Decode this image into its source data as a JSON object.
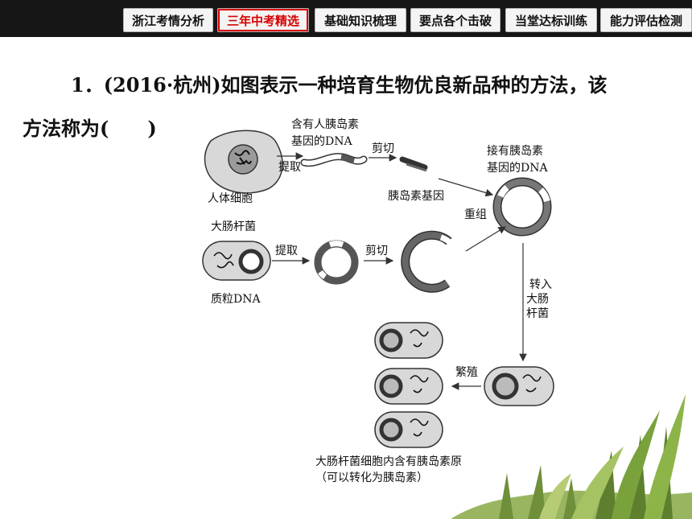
{
  "nav": {
    "tabs": [
      {
        "label": "浙江考情分析",
        "active": false
      },
      {
        "label": "三年中考精选",
        "active": true
      },
      {
        "label": "基础知识梳理",
        "active": false
      },
      {
        "label": "要点各个击破",
        "active": false
      },
      {
        "label": "当堂达标训练",
        "active": false
      },
      {
        "label": "能力评估检测",
        "active": false
      }
    ],
    "accent_color": "#d80000",
    "bar_color": "#161616"
  },
  "question": {
    "line1": "1．(2016·杭州)如图表示一种培育生物优良新品种的方法，该",
    "line2": "方法称为(　　)"
  },
  "diagram": {
    "labels": {
      "human_dna_1": "含有人胰岛素",
      "human_dna_2": "基因的DNA",
      "extract_top": "提取",
      "cut_top": "剪切",
      "human_cell": "人体细胞",
      "insulin_gene": "胰岛素基因",
      "recombinant_1": "接有胰岛素",
      "recombinant_2": "基因的DNA",
      "recombine": "重组",
      "ecoli": "大肠杆菌",
      "extract_mid": "提取",
      "cut_mid": "剪切",
      "plasmid": "质粒DNA",
      "transfer_1": "转入",
      "transfer_2": "大肠",
      "transfer_3": "杆菌",
      "reproduce": "繁殖",
      "result_1": "大肠杆菌细胞内含有胰岛素原",
      "result_2": "（可以转化为胰岛素）"
    }
  }
}
